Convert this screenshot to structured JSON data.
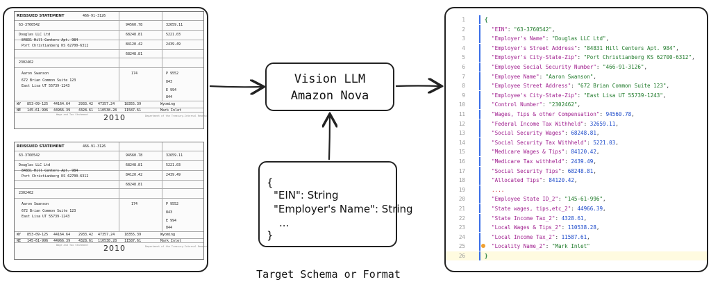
{
  "diagram": {
    "llm_box": {
      "line1": "Vision LLM",
      "line2": "Amazon Nova"
    },
    "schema_box": {
      "lines": [
        "{",
        "\"EIN\": String",
        "\"Employer's Name\": String",
        "...",
        "}"
      ],
      "caption": "Target Schema or Format"
    }
  },
  "w2_forms": [
    {
      "form_title": "REISSUED STATEMENT",
      "ssn": "466-91-3126",
      "ein": "63-3760542",
      "employer_name": "Douglas LLC Ltd",
      "employer_address": "84831 Hill Centers Apt. 984",
      "employer_city": "Port Christianberg KS 62700-6312",
      "control_number": "2302462",
      "employee_name": "Aaron Swanson",
      "employee_address": "672 Brian Common Suite 123",
      "employee_city": "East Lisa UT 55739-1243",
      "wages": "94560.78",
      "fed_tax": "32659.11",
      "ss_wages": "68248.81",
      "ss_tax": "5221.03",
      "medicare_wages": "84120.42",
      "medicare_tax": "2439.49",
      "ss_tips": "68248.81",
      "box12_code": "174",
      "box12a": "P 9552",
      "box12b": "843",
      "box12c": "E 994",
      "box12d": "844",
      "state_rows": [
        [
          "WY",
          "853-09-125",
          "44164.64",
          "2933.42",
          "47357.24",
          "18355.39",
          "Wyoming"
        ],
        [
          "NE",
          "145-61-996",
          "44966.39",
          "4328.61",
          "110538.28",
          "11587.61",
          "Mark Inlet"
        ]
      ],
      "year": "2010",
      "footer_title": "Wage and Tax Statement",
      "footer_dept": "Department of the Treasury-Internal Revenue Service"
    },
    {
      "form_title": "REISSUED STATEMENT",
      "ssn": "466-91-3126",
      "ein": "63-3760542",
      "employer_name": "Douglas LLC Ltd",
      "employer_address": "84831 Hill Centers Apt. 984",
      "employer_city": "Port Christianberg KS 62700-6312",
      "control_number": "2302462",
      "employee_name": "Aaron Swanson",
      "employee_address": "672 Brian Common Suite 123",
      "employee_city": "East Lisa UT 55739-1243",
      "wages": "94560.78",
      "fed_tax": "32659.11",
      "ss_wages": "68248.81",
      "ss_tax": "5221.03",
      "medicare_wages": "84120.42",
      "medicare_tax": "2439.49",
      "ss_tips": "68248.81",
      "box12_code": "174",
      "box12a": "P 9552",
      "box12b": "843",
      "box12c": "E 994",
      "box12d": "844",
      "state_rows": [
        [
          "WY",
          "853-09-125",
          "44164.64",
          "2933.42",
          "47357.24",
          "18355.39",
          "Wyoming"
        ],
        [
          "NE",
          "145-61-996",
          "44966.39",
          "4328.61",
          "110538.28",
          "11587.61",
          "Mark Inlet"
        ]
      ],
      "year": "2010",
      "footer_title": "Wage and Tax Statement",
      "footer_dept": "Department of the Treasury-Internal Revenue Service"
    }
  ],
  "json_output": {
    "lines": [
      [
        [
          "brace",
          "{"
        ]
      ],
      [
        [
          "key",
          "\"EIN\""
        ],
        [
          "punc",
          ": "
        ],
        [
          "str",
          "\"63-3760542\""
        ],
        [
          "punc",
          ","
        ]
      ],
      [
        [
          "key",
          "\"Employer's Name\""
        ],
        [
          "punc",
          ": "
        ],
        [
          "str",
          "\"Douglas LLC Ltd\""
        ],
        [
          "punc",
          ","
        ]
      ],
      [
        [
          "key",
          "\"Employer's Street Address\""
        ],
        [
          "punc",
          ": "
        ],
        [
          "str",
          "\"84831 Hill Centers Apt. 984\""
        ],
        [
          "punc",
          ","
        ]
      ],
      [
        [
          "key",
          "\"Employer's City-State-Zip\""
        ],
        [
          "punc",
          ": "
        ],
        [
          "str",
          "\"Port Christianberg KS 62700-6312\""
        ],
        [
          "punc",
          ","
        ]
      ],
      [
        [
          "key",
          "\"Employee Social Security Number\""
        ],
        [
          "punc",
          ": "
        ],
        [
          "str",
          "\"466-91-3126\""
        ],
        [
          "punc",
          ","
        ]
      ],
      [
        [
          "key",
          "\"Employee Name\""
        ],
        [
          "punc",
          ": "
        ],
        [
          "str",
          "\"Aaron Swanson\""
        ],
        [
          "punc",
          ","
        ]
      ],
      [
        [
          "key",
          "\"Employee Street Address\""
        ],
        [
          "punc",
          ": "
        ],
        [
          "str",
          "\"672 Brian Common Suite 123\""
        ],
        [
          "punc",
          ","
        ]
      ],
      [
        [
          "key",
          "\"Employee's City-State-Zip\""
        ],
        [
          "punc",
          ": "
        ],
        [
          "str",
          "\"East Lisa UT 55739-1243\""
        ],
        [
          "punc",
          ","
        ]
      ],
      [
        [
          "key",
          "\"Control Number\""
        ],
        [
          "punc",
          ": "
        ],
        [
          "str",
          "\"2302462\""
        ],
        [
          "punc",
          ","
        ]
      ],
      [
        [
          "key",
          "\"Wages, Tips & other Compensation\""
        ],
        [
          "punc",
          ": "
        ],
        [
          "num",
          "94560.78"
        ],
        [
          "punc",
          ","
        ]
      ],
      [
        [
          "key",
          "\"Federal Income Tax Withheld\""
        ],
        [
          "punc",
          ": "
        ],
        [
          "num",
          "32659.11"
        ],
        [
          "punc",
          ","
        ]
      ],
      [
        [
          "key",
          "\"Social Security Wages\""
        ],
        [
          "punc",
          ": "
        ],
        [
          "num",
          "68248.81"
        ],
        [
          "punc",
          ","
        ]
      ],
      [
        [
          "key",
          "\"Social Security Tax Withheld\""
        ],
        [
          "punc",
          ": "
        ],
        [
          "num",
          "5221.03"
        ],
        [
          "punc",
          ","
        ]
      ],
      [
        [
          "key",
          "\"Medicare Wages & Tips\""
        ],
        [
          "punc",
          ": "
        ],
        [
          "num",
          "84120.42"
        ],
        [
          "punc",
          ","
        ]
      ],
      [
        [
          "key",
          "\"Medicare Tax withheld\""
        ],
        [
          "punc",
          ": "
        ],
        [
          "num",
          "2439.49"
        ],
        [
          "punc",
          ","
        ]
      ],
      [
        [
          "key",
          "\"Social Security Tips\""
        ],
        [
          "punc",
          ": "
        ],
        [
          "num",
          "68248.81"
        ],
        [
          "punc",
          ","
        ]
      ],
      [
        [
          "key",
          "\"Allocated Tips\""
        ],
        [
          "punc",
          ": "
        ],
        [
          "num",
          "84120.42"
        ],
        [
          "punc",
          ","
        ]
      ],
      [
        [
          "ellipsis",
          "...."
        ]
      ],
      [
        [
          "key",
          "\"Employee State ID_2\""
        ],
        [
          "punc",
          ": "
        ],
        [
          "str",
          "\"145-61-996\""
        ],
        [
          "punc",
          ","
        ]
      ],
      [
        [
          "key",
          "\"State wages, tips,etc_2\""
        ],
        [
          "punc",
          ": "
        ],
        [
          "num",
          "44966.39"
        ],
        [
          "punc",
          ","
        ]
      ],
      [
        [
          "key",
          "\"State Income Tax_2\""
        ],
        [
          "punc",
          ": "
        ],
        [
          "num",
          "4328.61"
        ],
        [
          "punc",
          ","
        ]
      ],
      [
        [
          "key",
          "\"Local Wages & Tips_2\""
        ],
        [
          "punc",
          ": "
        ],
        [
          "num",
          "110538.28"
        ],
        [
          "punc",
          ","
        ]
      ],
      [
        [
          "key",
          "\"Local Income Tax_2\""
        ],
        [
          "punc",
          ": "
        ],
        [
          "num",
          "11587.61"
        ],
        [
          "punc",
          ","
        ]
      ],
      [
        [
          "key",
          "\"Locality Name_2\""
        ],
        [
          "punc",
          ": "
        ],
        [
          "str",
          "\"Mark Inlet\""
        ]
      ],
      [
        [
          "brace",
          "}"
        ]
      ]
    ]
  },
  "colors": {
    "key": "#a0208f",
    "string": "#1f7a2a",
    "number": "#1a48c9",
    "brace": "#1b7a36",
    "line_number": "#9a9a9a",
    "active_line": "#fffbe0",
    "stroke": "#222222"
  }
}
